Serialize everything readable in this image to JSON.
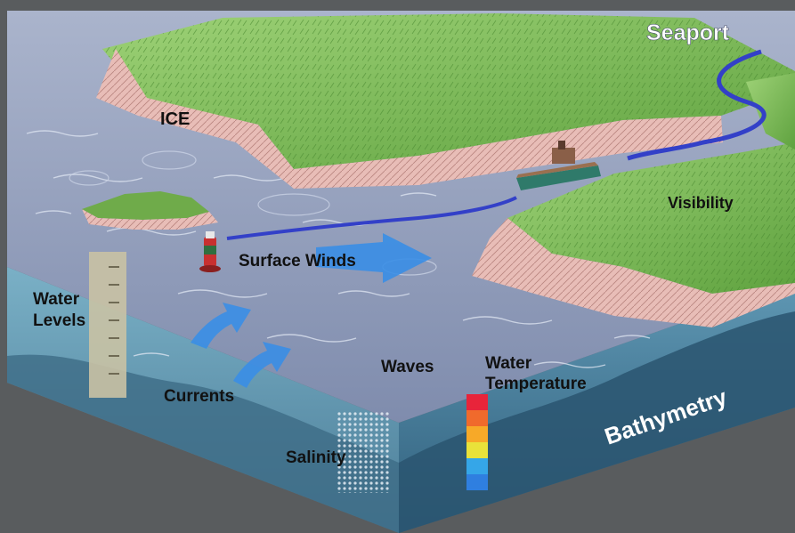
{
  "labels": {
    "seaport": "Seaport",
    "ice": "ICE",
    "visibility": "Visibility",
    "surface_winds": "Surface Winds",
    "water_levels_line1": "Water",
    "water_levels_line2": "Levels",
    "currents": "Currents",
    "waves": "Waves",
    "water_temperature_line1": "Water",
    "water_temperature_line2": "Temperature",
    "salinity": "Salinity",
    "bathymetry": "Bathymetry"
  },
  "icons": [
    "ship-icon",
    "buoy-icon",
    "tide-gauge-icon",
    "wind-arrow-icon",
    "current-arrow-icon",
    "temperature-scale-icon",
    "salinity-dots-icon"
  ],
  "colors": {
    "background": "#595c5e",
    "ocean_surface": "#8e9ab8",
    "land_top": "#7fbf5a",
    "cliff": "#e3b3ae",
    "block_side_left": "#6a98b0",
    "block_side_right": "#4f86a2",
    "channel_line": "#3340c8",
    "arrow_blue": "#3a8ee6",
    "temperature_scale": [
      "#e8243a",
      "#f06a2c",
      "#f7a928",
      "#e9e23a",
      "#35a6e8",
      "#2f7fe0"
    ]
  }
}
